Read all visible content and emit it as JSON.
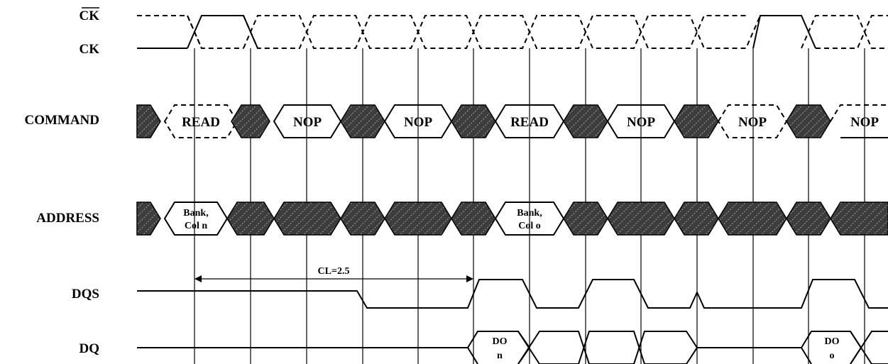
{
  "signals": {
    "ck_bar": "CK",
    "ck": "CK",
    "command": "COMMAND",
    "address": "ADDRESS",
    "dqs": "DQS",
    "dq": "DQ"
  },
  "command": {
    "labels": [
      "READ",
      "NOP",
      "NOP",
      "READ",
      "NOP",
      "NOP",
      "NOP"
    ]
  },
  "address": {
    "first": [
      "Bank,",
      "Col n"
    ],
    "second": [
      "Bank,",
      "Col o"
    ]
  },
  "dq": {
    "first": [
      "DO",
      "n"
    ],
    "second": [
      "DO",
      "o"
    ]
  },
  "cl_label": "CL=2.5",
  "colors": {
    "hatch_fill": "#3d3d3d",
    "hatch_line": "#c8c8c8",
    "line": "#000000"
  }
}
